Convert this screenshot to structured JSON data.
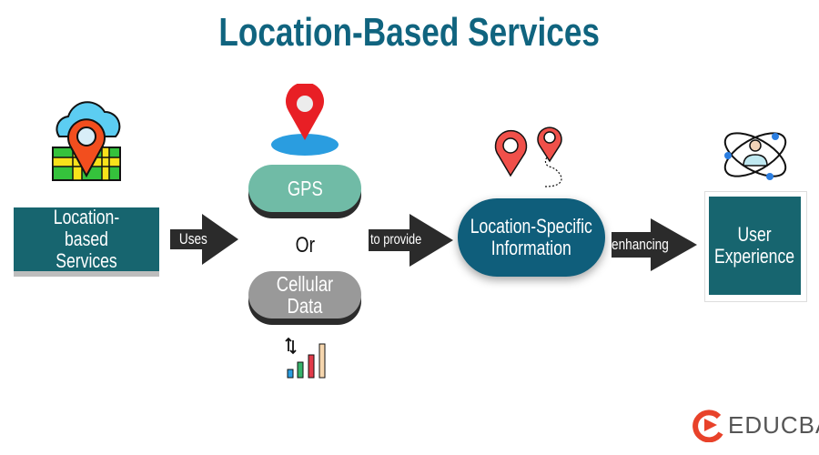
{
  "title": "Location-Based Services",
  "nodes": {
    "lbs": "Location-based Services",
    "gps": "GPS",
    "or": "Or",
    "cellular_line1": "Cellular",
    "cellular_line2": "Data",
    "lsi_line1": "Location-Specific",
    "lsi_line2": "Information",
    "ux_line1": "User",
    "ux_line2": "Experience"
  },
  "arrows": {
    "uses": "Uses",
    "to_provide": "to provide",
    "enhancing": "enhancing"
  },
  "logo": "EDUCBA",
  "colors": {
    "title": "#10647f",
    "teal_box": "#17656f",
    "gps": "#70bba6",
    "cellular": "#999999",
    "lsi": "#0f5e7b",
    "arrow": "#2b2b2b",
    "pin": "#e8322e"
  }
}
